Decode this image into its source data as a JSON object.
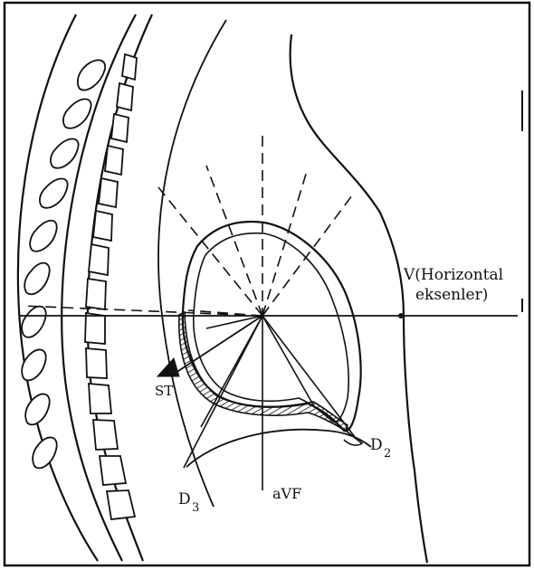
{
  "labels": {
    "horizontal_line1": "V(Horizontal",
    "horizontal_line2": "eksenler)",
    "st": "ST",
    "d2": "D",
    "d2_sub": "2",
    "d3": "D",
    "d3_sub": "3",
    "avf": "aVF"
  },
  "colors": {
    "ink": "#111111",
    "background": "#ffffff"
  }
}
